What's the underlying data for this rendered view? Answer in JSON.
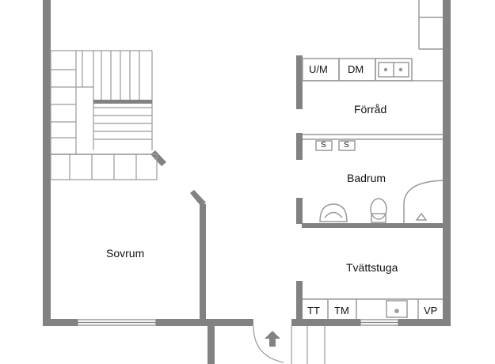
{
  "plan": {
    "rooms": {
      "sovrum": "Sovrum",
      "forrad": "Förråd",
      "badrum": "Badrum",
      "tvattstuga": "Tvättstuga"
    },
    "appliances": {
      "um": "U/M",
      "dm": "DM",
      "tt": "TT",
      "tm": "TM",
      "vp": "VP",
      "s1": "S",
      "s2": "S"
    },
    "colors": {
      "wall": "#828282",
      "line": "#9a9a9a",
      "text": "#111111"
    },
    "icons": [
      "stair-icon",
      "entrance-arrow-icon",
      "sink-icon",
      "toilet-icon",
      "shower-icon",
      "window-icon"
    ]
  }
}
